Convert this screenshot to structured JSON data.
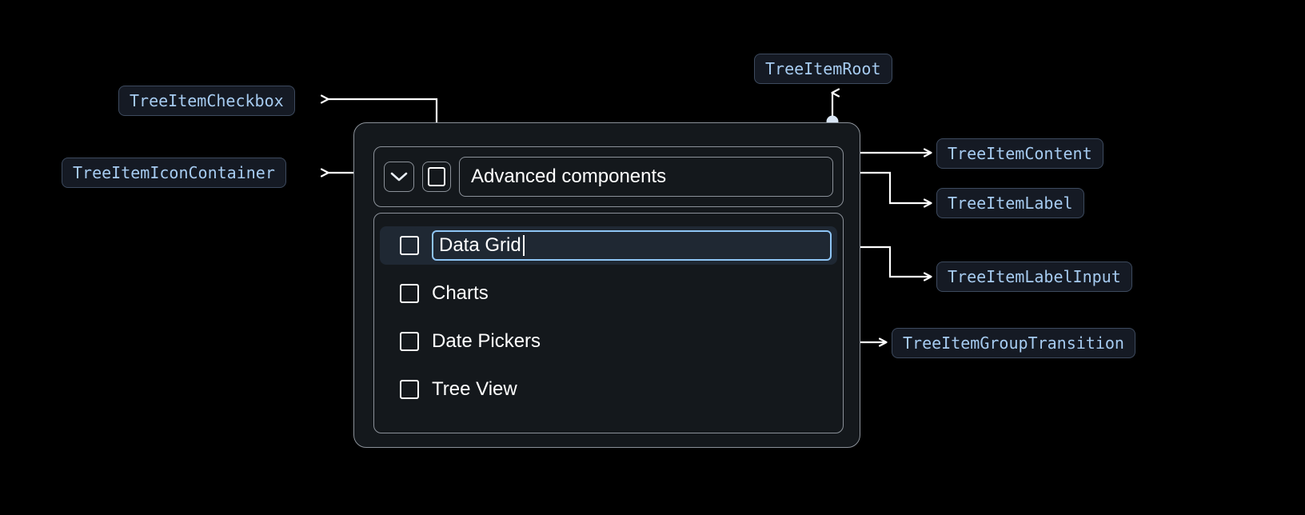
{
  "theme": {
    "page_background": "#000000",
    "chip_background": "#151a24",
    "chip_border": "#3d4a5e",
    "chip_text": "#a6cbf0",
    "widget_background": "#14181c",
    "widget_border": "#8b9199",
    "selected_row_background": "#1f2833",
    "input_focus_border": "#8ec5f5",
    "connector_color": "#ffffff",
    "text_color": "#ffffff"
  },
  "annotations": [
    {
      "id": "tree-item-checkbox",
      "label": "TreeItemCheckbox"
    },
    {
      "id": "tree-item-icon-container",
      "label": "TreeItemIconContainer"
    },
    {
      "id": "tree-item-root",
      "label": "TreeItemRoot"
    },
    {
      "id": "tree-item-content",
      "label": "TreeItemContent"
    },
    {
      "id": "tree-item-label",
      "label": "TreeItemLabel"
    },
    {
      "id": "tree-item-label-input",
      "label": "TreeItemLabelInput"
    },
    {
      "id": "tree-item-group-transition",
      "label": "TreeItemGroupTransition"
    }
  ],
  "tree": {
    "root_item": {
      "expand_icon": "chevron-down-icon",
      "checkbox_checked": false,
      "label": "Advanced components"
    },
    "children": [
      {
        "label": "Data Grid",
        "checked": false,
        "editing": true,
        "selected": true
      },
      {
        "label": "Charts",
        "checked": false,
        "editing": false,
        "selected": false
      },
      {
        "label": "Date Pickers",
        "checked": false,
        "editing": false,
        "selected": false
      },
      {
        "label": "Tree View",
        "checked": false,
        "editing": false,
        "selected": false
      }
    ],
    "input_value": "Data Grid"
  }
}
